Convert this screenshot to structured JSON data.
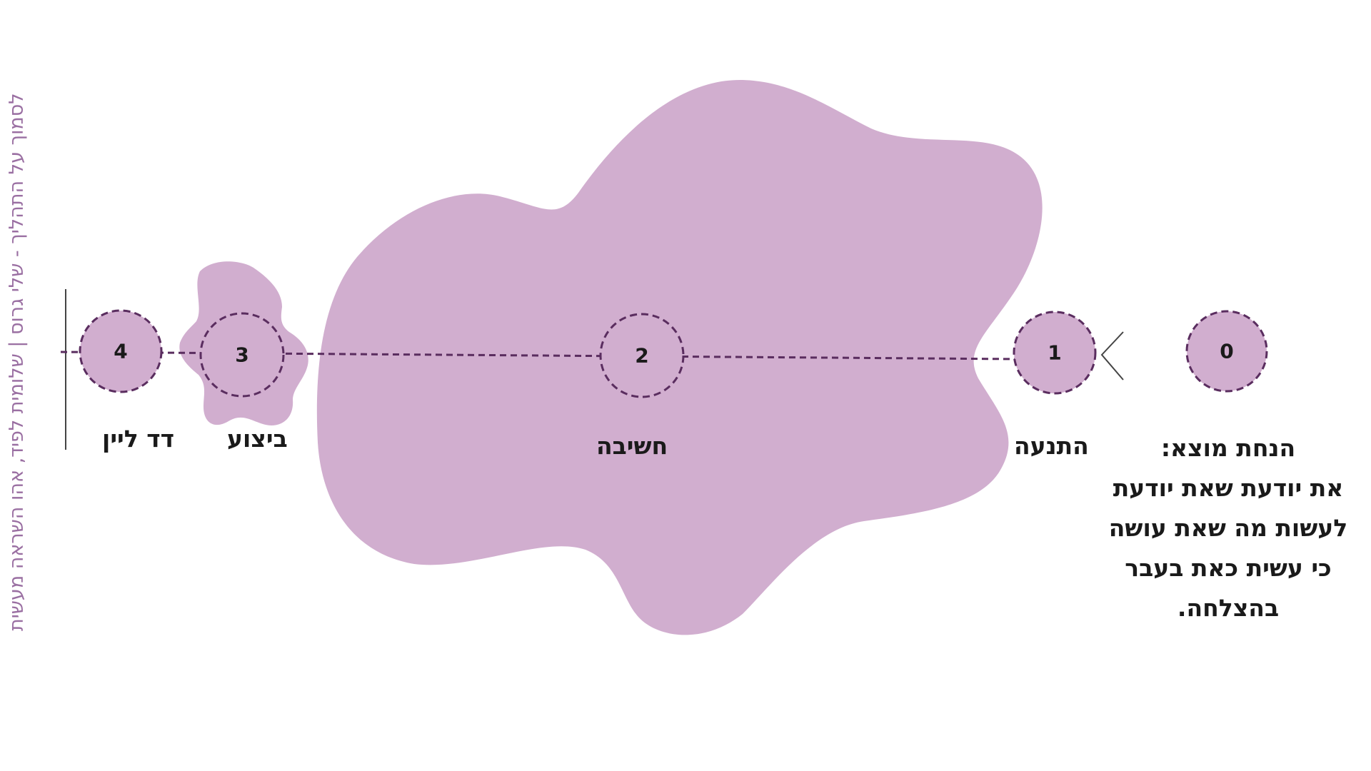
{
  "side_title": "לסמוך על התהליך - שלי גרוס | שלומית לפיד, אהו השראה מעשית",
  "colors": {
    "blob": "#d1aecf",
    "stroke": "#5a2d5f",
    "side_text": "#9a6fa2"
  },
  "nodes": [
    {
      "number": "0",
      "label": ""
    },
    {
      "number": "1",
      "label": "התנעה"
    },
    {
      "number": "2",
      "label": "חשיבה"
    },
    {
      "number": "3",
      "label": "ביצוע"
    },
    {
      "number": "4",
      "label": "דד ליין"
    }
  ],
  "hypothesis": {
    "lines": [
      "הנחת מוצא:",
      "את יודעת שאת יודעת",
      "לעשות מה שאת עושה",
      "כי עשית כאת בעבר",
      "בהצלחה."
    ]
  }
}
